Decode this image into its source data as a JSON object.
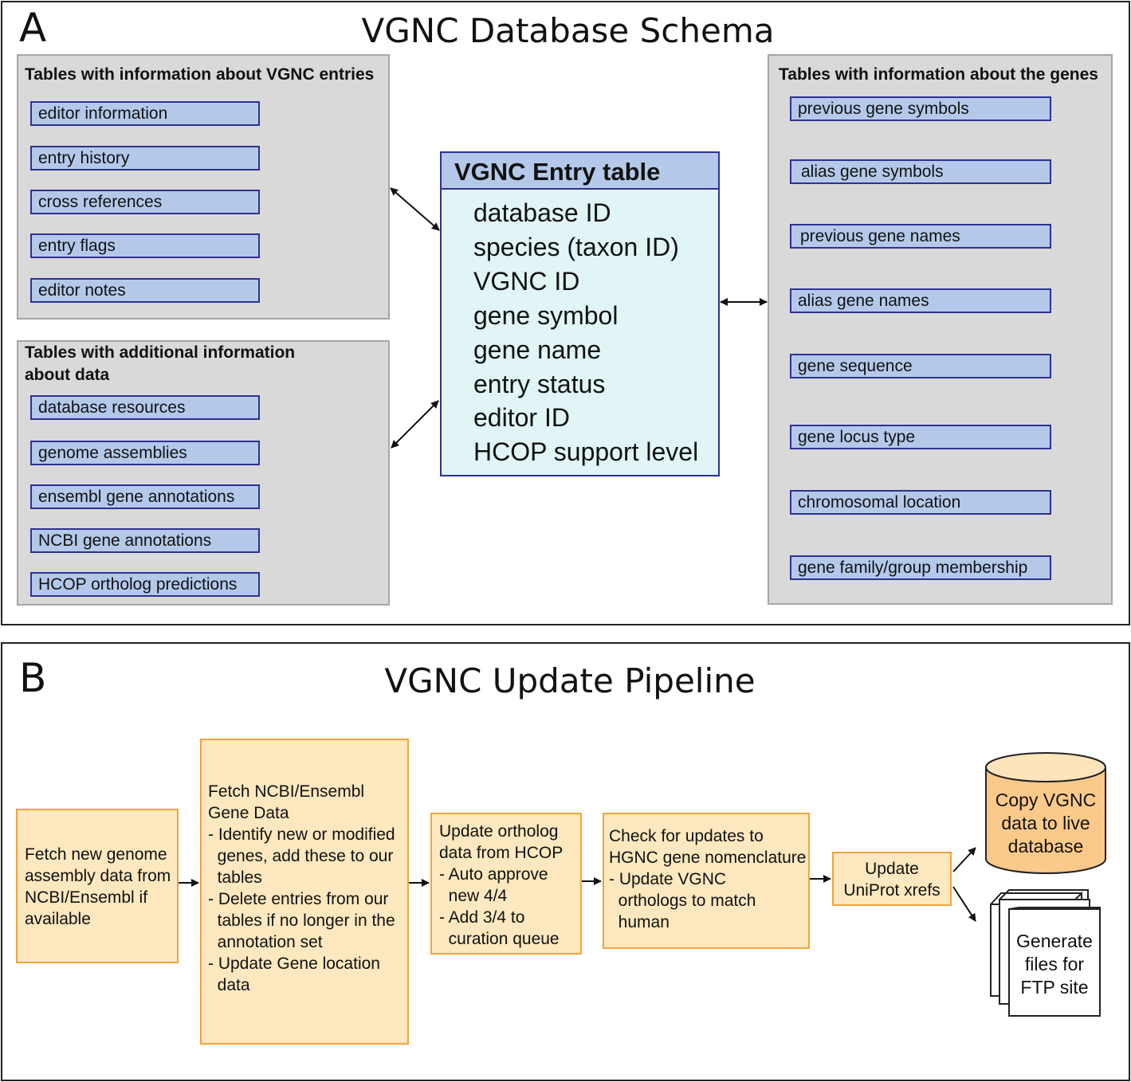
{
  "panel_a": {
    "letter": "A",
    "title": "VGNC Database Schema",
    "entries_group": {
      "title": "Tables with information about VGNC entries",
      "tables": [
        "editor information",
        "entry history",
        "cross references",
        "entry flags",
        "editor notes"
      ]
    },
    "data_group": {
      "title_lines": [
        "Tables with additional information",
        "about data"
      ],
      "tables": [
        "database resources",
        "genome assemblies",
        "ensembl gene annotations",
        "NCBI gene annotations",
        "HCOP ortholog predictions"
      ]
    },
    "entry_table": {
      "title": "VGNC Entry table",
      "fields": [
        "database ID",
        "species (taxon ID)",
        "VGNC ID",
        "gene symbol",
        "gene name",
        "entry status",
        "editor ID",
        "HCOP support level"
      ]
    },
    "genes_group": {
      "title": "Tables with information about the genes",
      "tables": [
        "previous gene symbols",
        "alias gene symbols",
        "previous gene names",
        "alias gene names",
        "gene sequence",
        "gene locus type",
        "chromosomal location",
        "gene family/group membership"
      ]
    }
  },
  "panel_b": {
    "letter": "B",
    "title": "VGNC Update Pipeline",
    "steps": [
      {
        "lines": [
          "Fetch new genome",
          "assembly data from",
          "NCBI/Ensembl if",
          "available"
        ]
      },
      {
        "lines": [
          "Fetch NCBI/Ensembl",
          "Gene Data",
          "- Identify new or modified",
          "  genes, add these to our",
          "  tables",
          "- Delete entries from our",
          "  tables if no longer in the",
          "  annotation set",
          "- Update Gene location",
          "  data"
        ]
      },
      {
        "lines": [
          "Update ortholog",
          "data from HCOP",
          "- Auto approve",
          "  new 4/4",
          "- Add 3/4 to",
          "  curation queue"
        ]
      },
      {
        "lines": [
          "Check for updates to",
          "HGNC gene nomenclature",
          "- Update VGNC",
          "  orthologs to match",
          "  human"
        ]
      },
      {
        "lines": [
          "Update",
          "UniProt xrefs"
        ]
      }
    ],
    "database_output": {
      "lines": [
        "Copy VGNC",
        "data to live",
        "database"
      ]
    },
    "files_output": {
      "lines": [
        "Generate",
        "files for",
        "FTP site"
      ]
    }
  },
  "colors": {
    "table_fill": "#b4c9ea",
    "table_border": "#2e3192",
    "group_fill": "#d9d9d9",
    "entry_fill": "#e1f5f6",
    "step_fill": "#fde8bf",
    "step_border": "#f0a43c"
  }
}
